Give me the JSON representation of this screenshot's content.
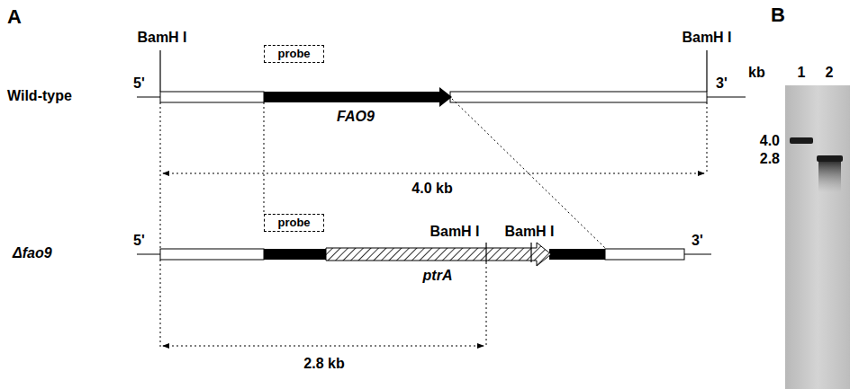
{
  "diagram": {
    "nodes": [
      {
        "text": [
          "probe"
        ]
      },
      {
        "text": [
          "probe"
        ]
      }
    ],
    "labels": [
      "A",
      "B",
      "kb",
      "1",
      "2",
      "BamH I",
      "BamH I",
      "5'",
      "3'",
      "Wild-type",
      "FAO9",
      "4.0 kb",
      "4.0",
      "2.8",
      "BamH I",
      "BamH I",
      "5'",
      "3'",
      "Δfao9",
      "ptrA",
      "2.8 kb"
    ]
  }
}
